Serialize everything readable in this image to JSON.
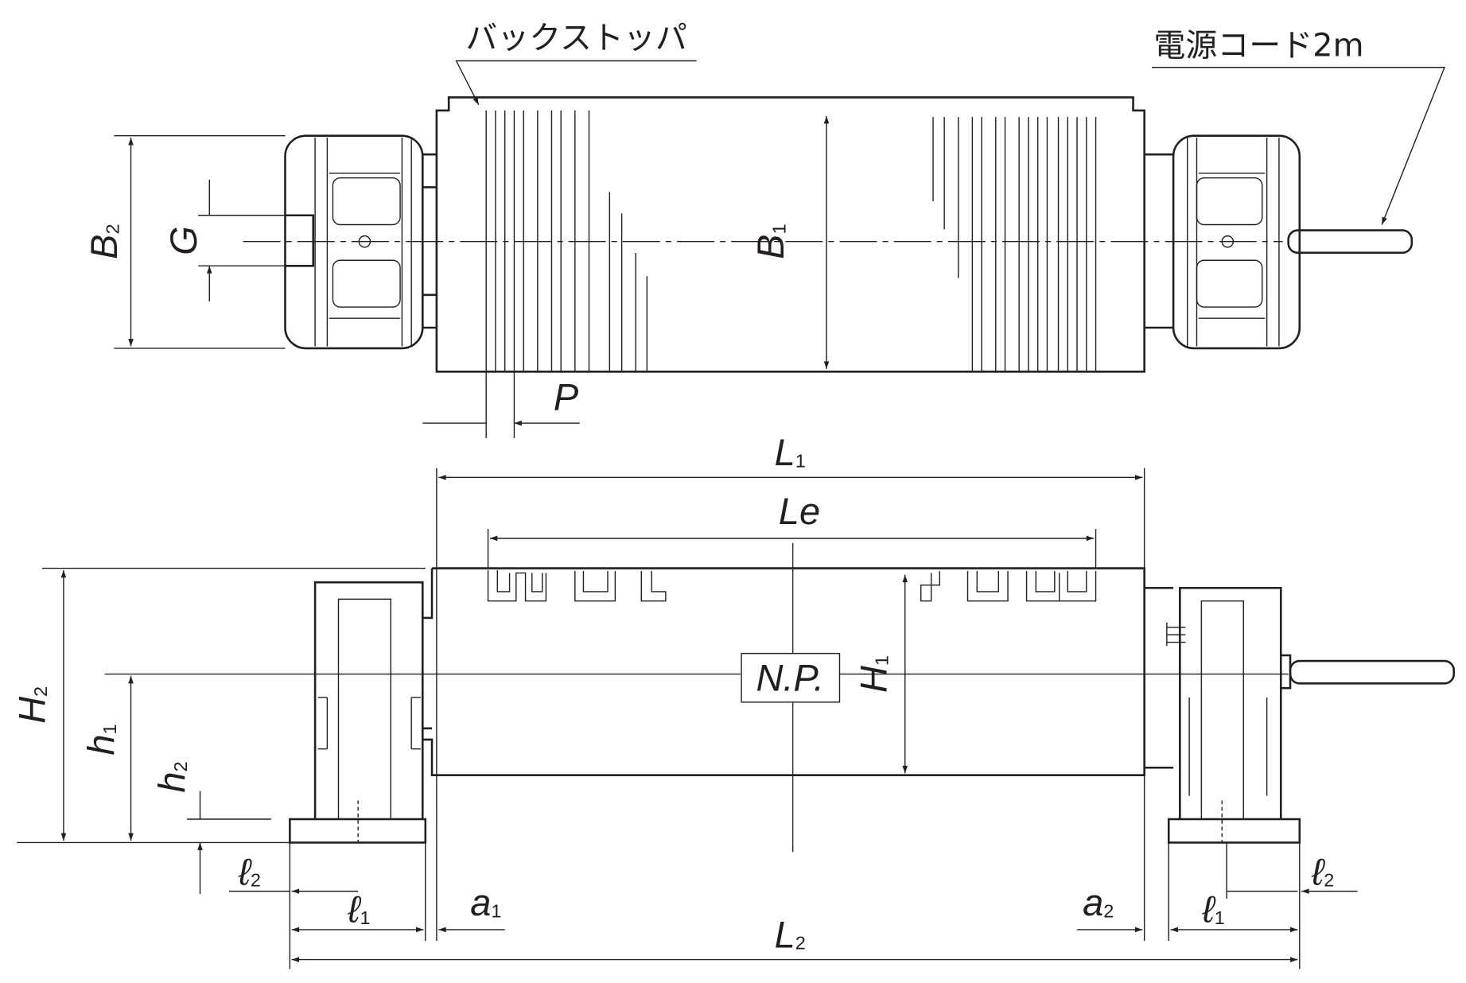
{
  "callouts": {
    "back_stopper": "バックストッパ",
    "power_cord": "電源コード2m"
  },
  "dimensions": {
    "B2": {
      "main": "B",
      "sub": "2"
    },
    "G": {
      "main": "G"
    },
    "B1": {
      "main": "B",
      "sub": "1"
    },
    "P": {
      "main": "P"
    },
    "L1": {
      "main": "L",
      "sub": "1"
    },
    "Le": {
      "main": "Le"
    },
    "NP": {
      "main": "N.P."
    },
    "H1": {
      "main": "H",
      "sub": "1"
    },
    "H2": {
      "main": "H",
      "sub": "2"
    },
    "h1": {
      "main": "h",
      "sub": "1"
    },
    "h2": {
      "main": "h",
      "sub": "2"
    },
    "l2_left": {
      "main": "ℓ",
      "sub": "2"
    },
    "l1_left": {
      "main": "ℓ",
      "sub": "1"
    },
    "a1": {
      "main": "a",
      "sub": "1"
    },
    "a2": {
      "main": "a",
      "sub": "2"
    },
    "L2": {
      "main": "L",
      "sub": "2"
    },
    "l1_right": {
      "main": "ℓ",
      "sub": "1"
    },
    "l2_right": {
      "main": "ℓ",
      "sub": "2"
    }
  }
}
